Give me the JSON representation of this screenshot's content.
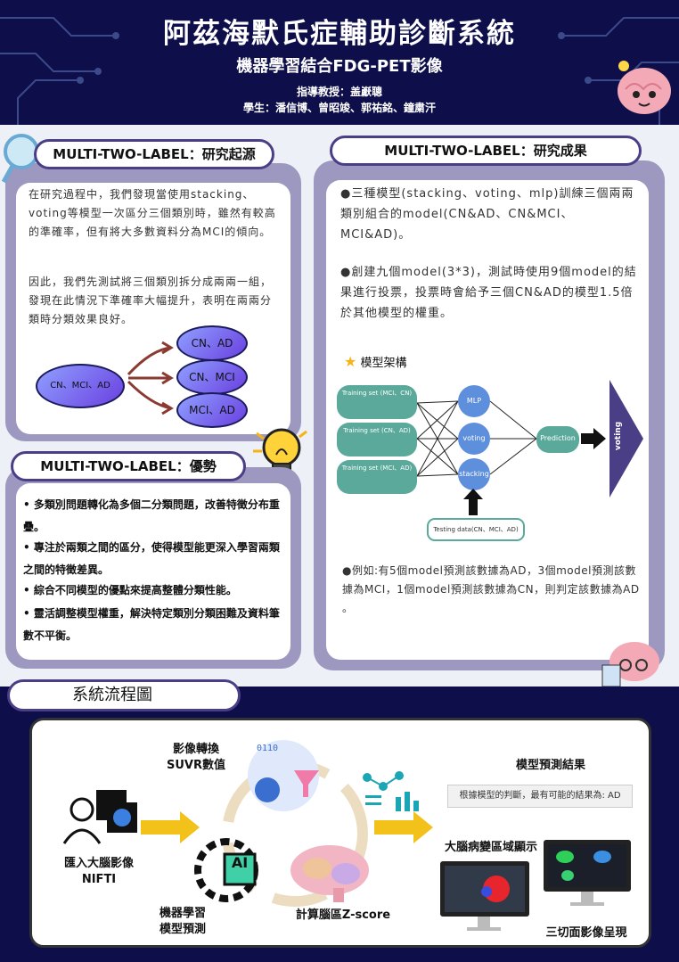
{
  "header": {
    "title": "阿茲海默氏症輔助診斷系統",
    "subtitle": "機器學習結合FDG-PET影像",
    "advisor": "指導教授：盖巚聰",
    "students": "學生：潘信博、曾昭竣、郭祐銘、鐘粛汗"
  },
  "origin": {
    "heading": "MULTI-TWO-LABEL：研究起源",
    "para1": "在研究過程中，我們發現當使用stacking、voting等模型一次區分三個類別時，雖然有較高的準確率，但有將大多數資料分為MCI的傾向。",
    "para2": "因此，我們先測試將三個類別拆分成兩兩一組，發現在此情況下準確率大幅提升，表明在兩兩分類時分類效果良好。",
    "oval_main": "CN、MCI、AD",
    "oval_a": "CN、AD",
    "oval_b": "CN、MCI",
    "oval_c": "MCI、AD"
  },
  "advantages": {
    "heading": "MULTI-TWO-LABEL：優勢",
    "items": [
      "多類別問題轉化為多個二分類問題，改善特徵分布重疊。",
      "專注於兩類之間的區分，使得模型能更深入學習兩類之間的特徵差異。",
      "綜合不同模型的優點來提高整體分類性能。",
      "靈活調整模型權重，解決特定類別分類困難及資料筆數不平衡。"
    ]
  },
  "results": {
    "heading": "MULTI-TWO-LABEL：研究成果",
    "para1": "●三種模型(stacking、voting、mlp)訓練三個兩兩類別組合的model(CN&AD、CN&MCI、MCI&AD)。",
    "para2": "●創建九個model(3*3)，測試時使用9個model的結果進行投票，投票時會給予三個CN&AD的模型1.5倍於其他模型的權重。",
    "arch_title": "模型架構",
    "train1": "Training set (MCI、CN)",
    "train2": "Training set (CN、AD)",
    "train3": "Training set (MCI、AD)",
    "model1": "MLP",
    "model2": "voting",
    "model3": "stacking",
    "prediction": "Prediction",
    "voting": "voting",
    "testing": "Testing data(CN、MCI、AD)",
    "example": "●例如:有5個model預測該數據為AD，3個model預測該數據為MCI，1個model預測該數據為CN，則判定該數據為AD 。"
  },
  "flow": {
    "heading": "系統流程圖",
    "input_label1": "匯入大腦影像",
    "input_label2": "NIFTI",
    "convert_label1": "影像轉換",
    "convert_label2": "SUVR數值",
    "ml_label1": "機器學習",
    "ml_label2": "模型預測",
    "zscore_label": "計算腦區Z-score",
    "result_label": "模型預測結果",
    "result_box": "根據模型的判斷，最有可能的結果為: AD",
    "region_label": "大腦病變區域顯示",
    "three_label": "三切面影像呈現",
    "ai_text": "AI"
  },
  "colors": {
    "navy": "#0e0f4a",
    "purple": "#4a3f86",
    "panel": "#9c98c0",
    "teal": "#5aa99a",
    "node": "#5e8fdc",
    "arrow": "#f2c21b"
  }
}
